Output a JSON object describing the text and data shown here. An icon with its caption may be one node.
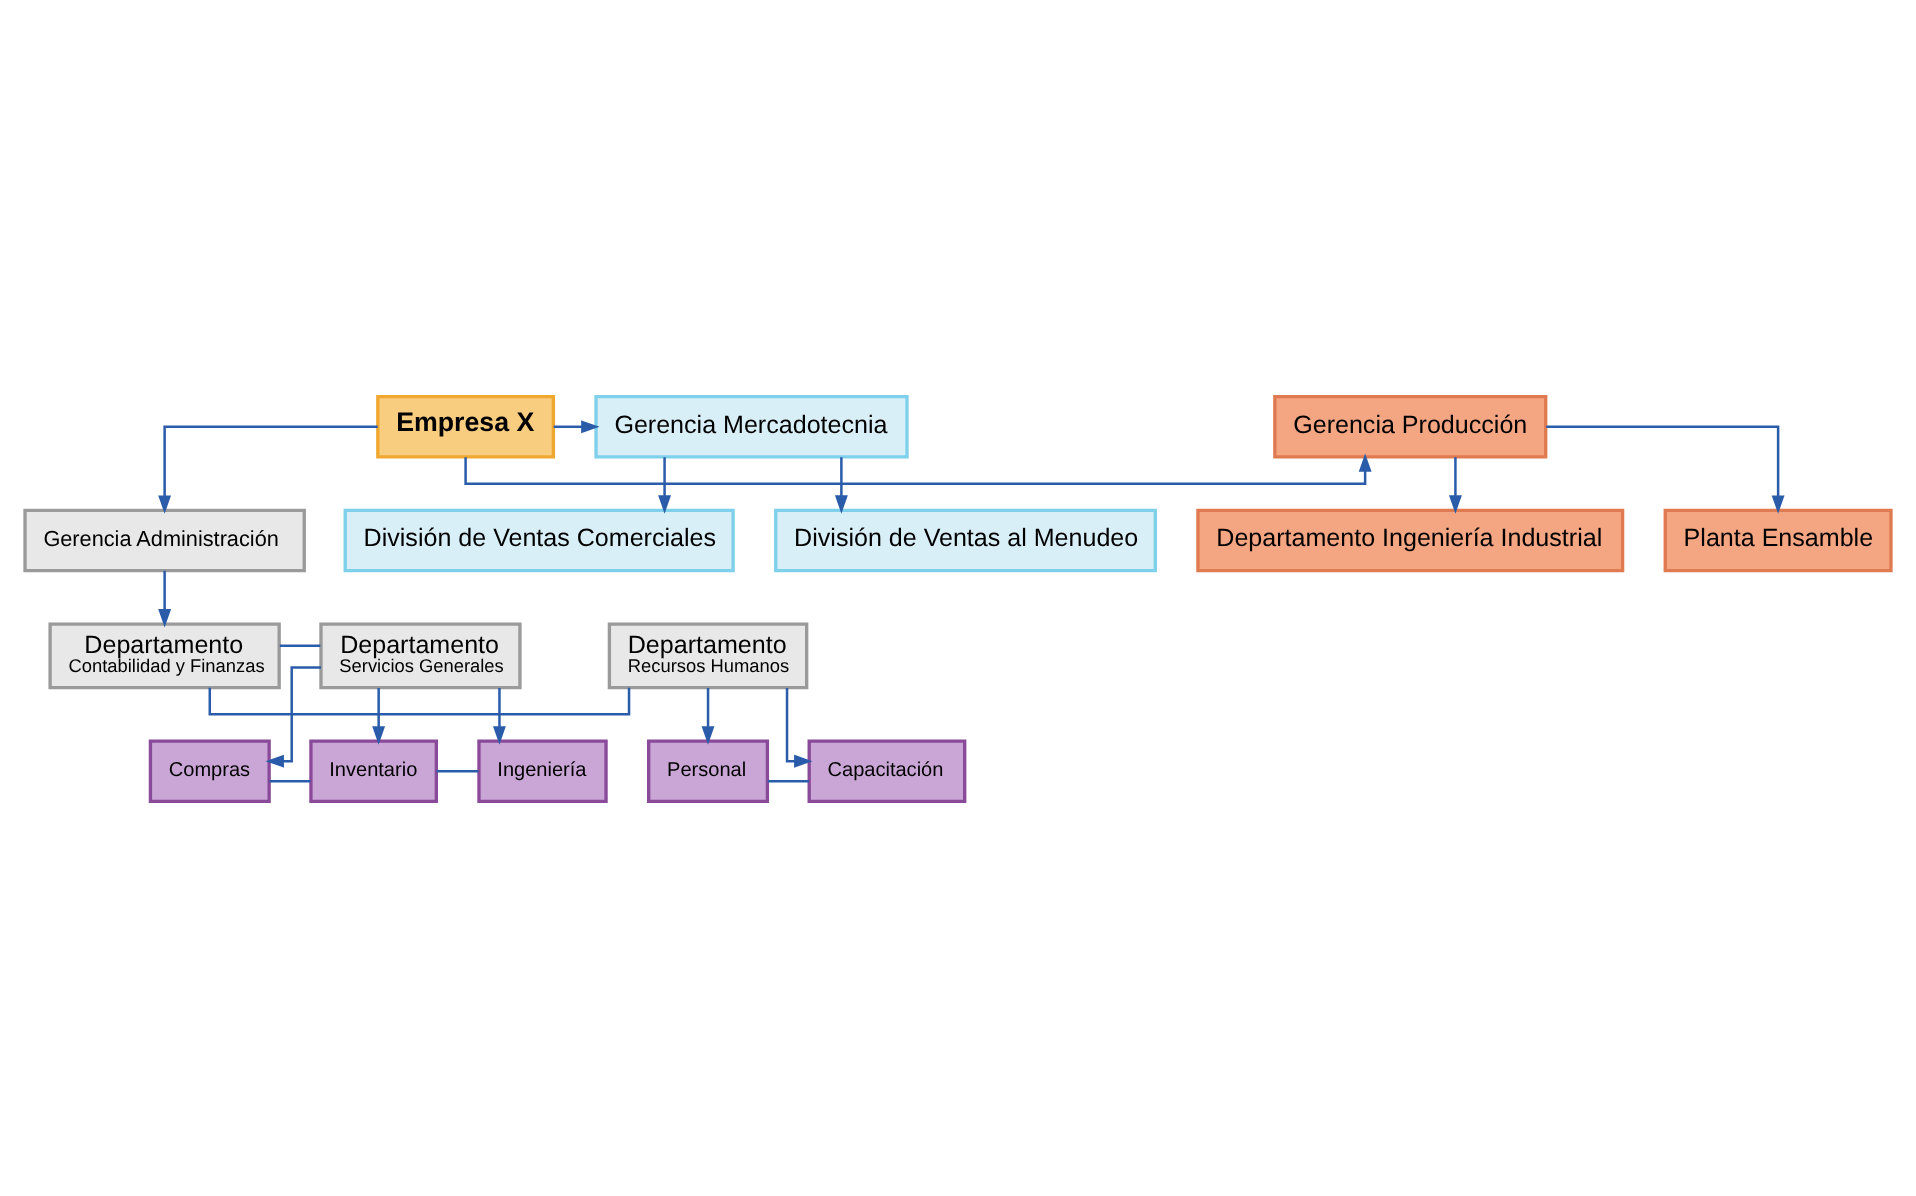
{
  "diagram": {
    "nodes": [
      {
        "text": [
          "Empresa X"
        ]
      },
      {
        "text": [
          "Gerencia Producción"
        ]
      },
      {
        "text": [
          "Planta Ensamble"
        ]
      },
      {
        "text": [
          "Departamento Ingeniería Industrial"
        ]
      },
      {
        "text": [
          "Gerencia Mercadotecnia"
        ]
      },
      {
        "text": [
          "División de Ventas al Menudeo"
        ]
      },
      {
        "text": [
          "División de Ventas Comerciales"
        ]
      },
      {
        "text": [
          "Gerencia Administración"
        ]
      },
      {
        "text": [
          "Departamento",
          "Recursos Humanos"
        ]
      },
      {
        "text": [
          "Departamento",
          "Contabilidad y Finanzas"
        ]
      },
      {
        "text": [
          "Departamento",
          "Servicios Generales"
        ]
      },
      {
        "text": [
          "Personal"
        ]
      },
      {
        "text": [
          "Capacitación"
        ]
      },
      {
        "text": [
          "Compras"
        ]
      },
      {
        "text": [
          "Inventario"
        ]
      },
      {
        "text": [
          "Ingeniería"
        ]
      }
    ],
    "edges": [
      {
        "from": 0,
        "to": 1,
        "arrow": "to"
      },
      {
        "from": 1,
        "to": 2,
        "arrow": "to"
      },
      {
        "from": 1,
        "to": 3,
        "arrow": "to"
      },
      {
        "from": 0,
        "to": 4,
        "arrow": "to"
      },
      {
        "from": 4,
        "to": 5,
        "arrow": "to"
      },
      {
        "from": 4,
        "to": 6,
        "arrow": "to"
      },
      {
        "from": 0,
        "to": 7,
        "arrow": "to"
      },
      {
        "from": 7,
        "to": 9,
        "arrow": "to"
      },
      {
        "from": 9,
        "to": 8,
        "arrow": "none"
      },
      {
        "from": 9,
        "to": 10,
        "arrow": "none"
      },
      {
        "from": 8,
        "to": 11,
        "arrow": "to"
      },
      {
        "from": 8,
        "to": 12,
        "arrow": "to"
      },
      {
        "from": 11,
        "to": 12,
        "arrow": "none"
      },
      {
        "from": 10,
        "to": 13,
        "arrow": "to"
      },
      {
        "from": 10,
        "to": 14,
        "arrow": "to"
      },
      {
        "from": 10,
        "to": 15,
        "arrow": "to"
      },
      {
        "from": 13,
        "to": 14,
        "arrow": "none"
      },
      {
        "from": 14,
        "to": 15,
        "arrow": "none"
      }
    ]
  }
}
